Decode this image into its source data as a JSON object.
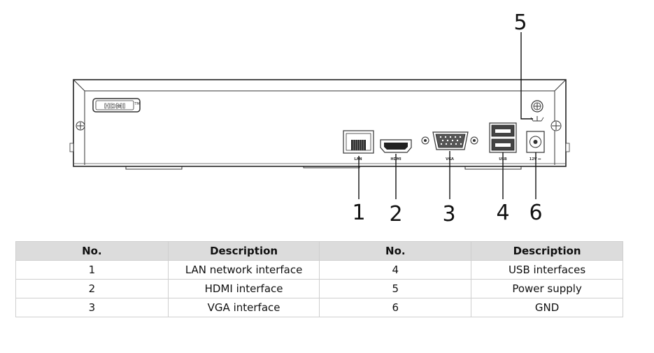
{
  "device": {
    "logo_text": "HDMI",
    "logo_tm": "TM",
    "port_labels": {
      "lan": "LAN",
      "hdmi": "HDMI",
      "vga": "VGA",
      "usb": "USB",
      "power": "12V ⎓"
    }
  },
  "callouts": [
    "1",
    "2",
    "3",
    "4",
    "5",
    "6"
  ],
  "table": {
    "headers": [
      "No.",
      "Description",
      "No.",
      "Description"
    ],
    "rows": [
      [
        "1",
        "LAN network interface",
        "4",
        "USB interfaces"
      ],
      [
        "2",
        "HDMI interface",
        "5",
        "Power supply"
      ],
      [
        "3",
        "VGA interface",
        "6",
        "GND"
      ]
    ]
  }
}
